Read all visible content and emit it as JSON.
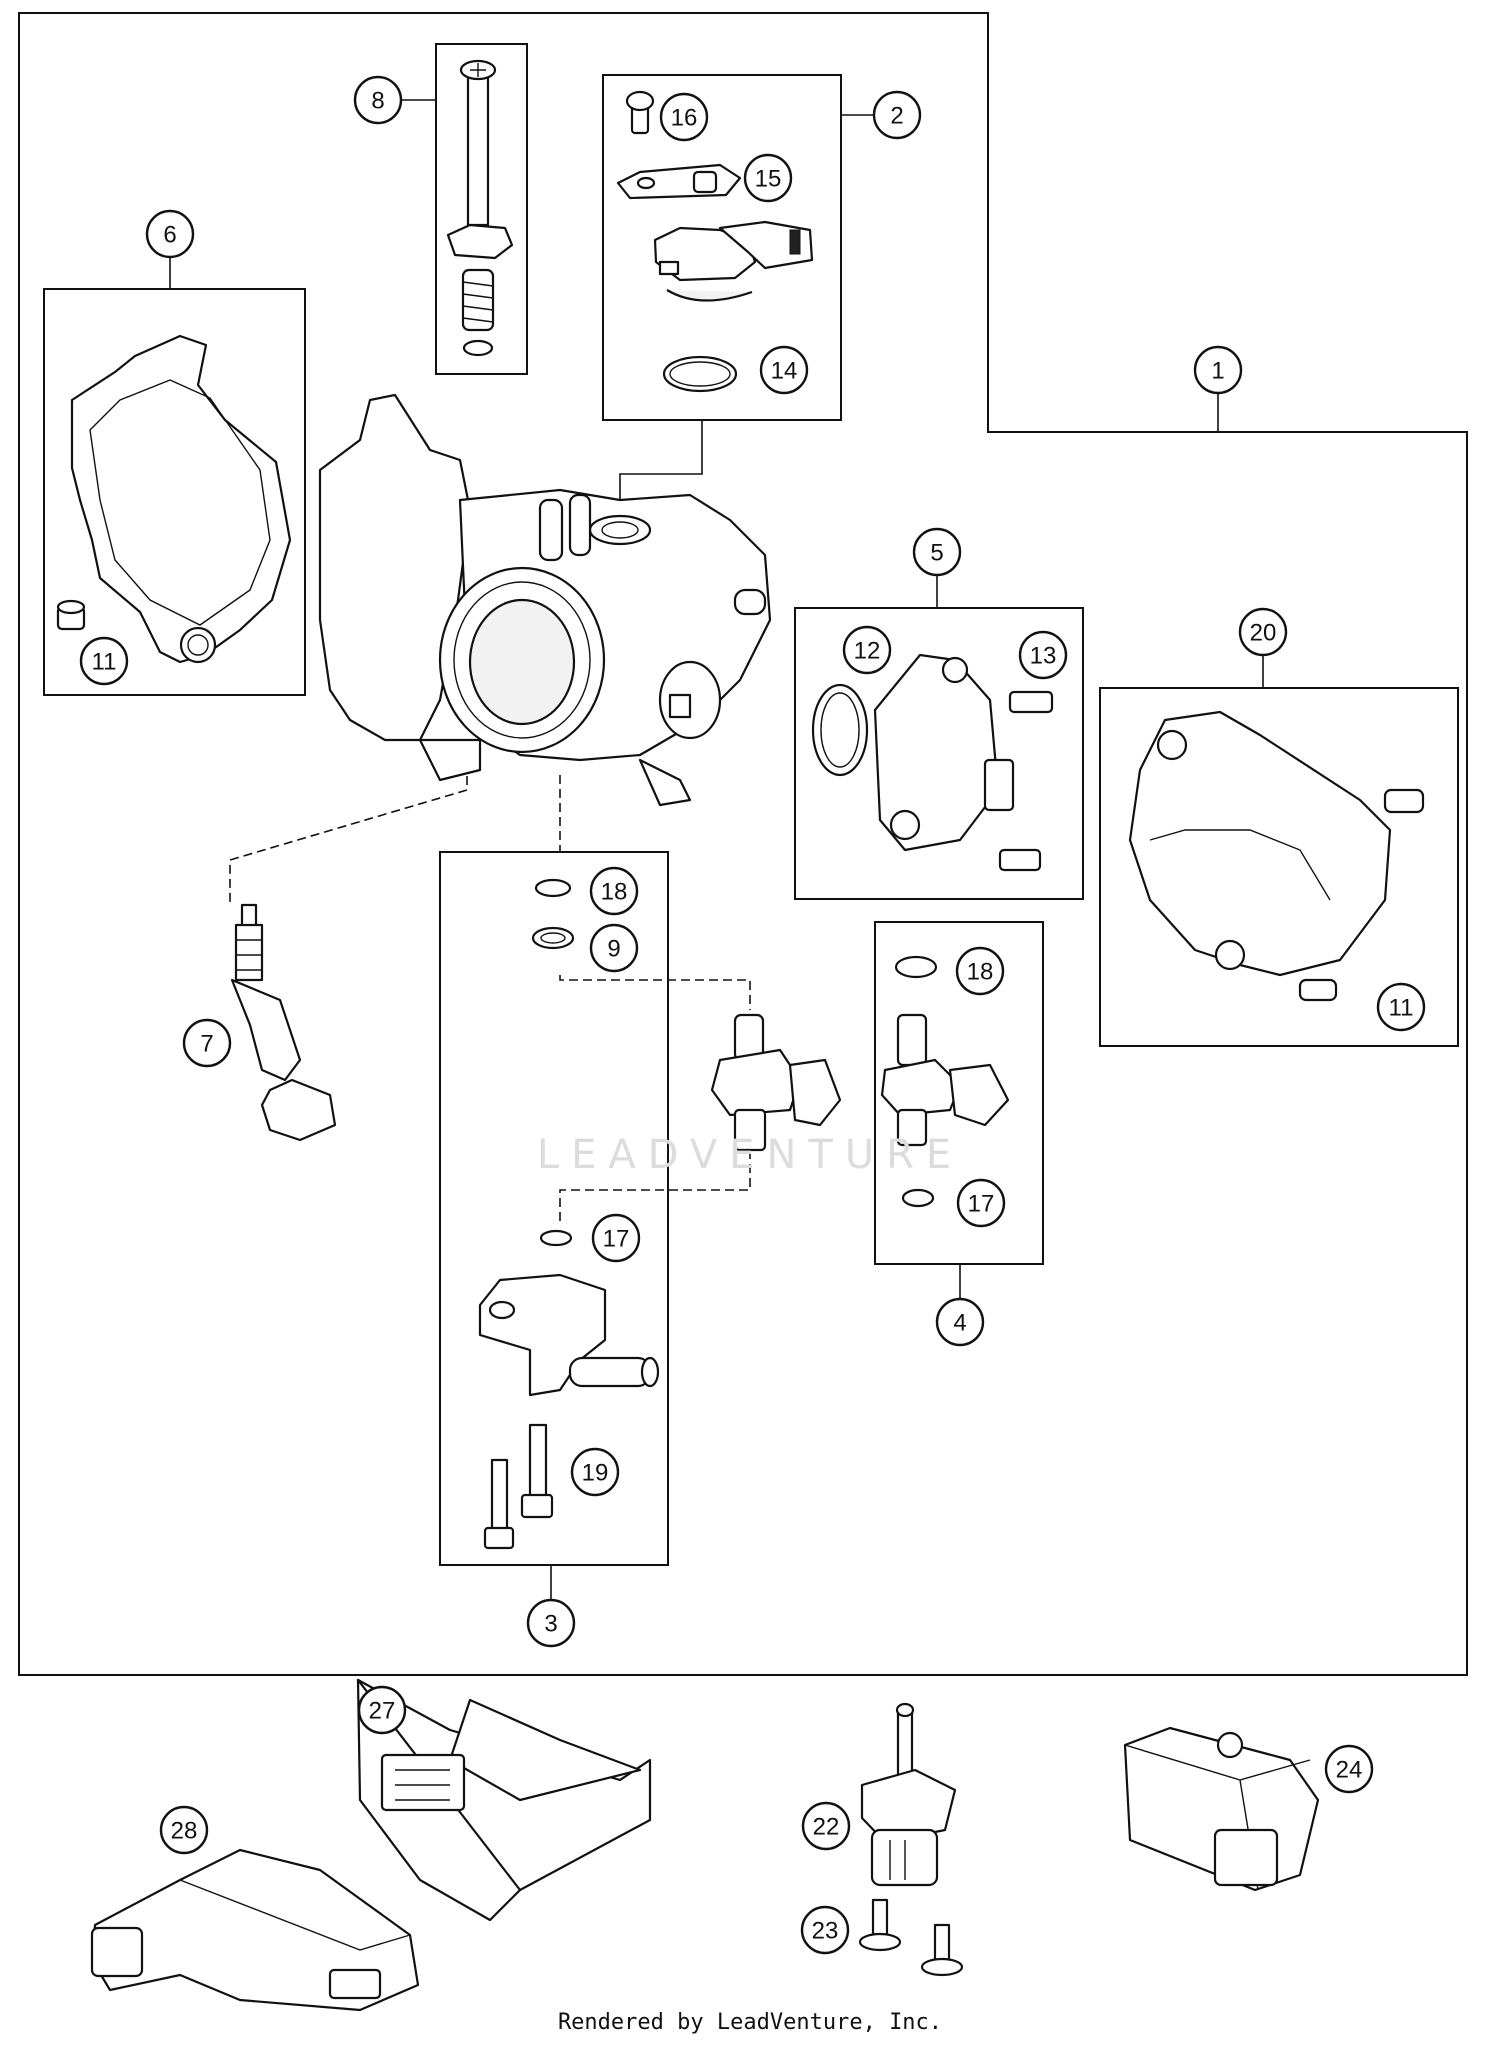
{
  "callouts": [
    {
      "id": "c1",
      "label": "1"
    },
    {
      "id": "c2",
      "label": "2"
    },
    {
      "id": "c3",
      "label": "3"
    },
    {
      "id": "c4",
      "label": "4"
    },
    {
      "id": "c5",
      "label": "5"
    },
    {
      "id": "c6",
      "label": "6"
    },
    {
      "id": "c7",
      "label": "7"
    },
    {
      "id": "c8",
      "label": "8"
    },
    {
      "id": "c9",
      "label": "9"
    },
    {
      "id": "c11a",
      "label": "11"
    },
    {
      "id": "c11b",
      "label": "11"
    },
    {
      "id": "c12",
      "label": "12"
    },
    {
      "id": "c13",
      "label": "13"
    },
    {
      "id": "c14",
      "label": "14"
    },
    {
      "id": "c15",
      "label": "15"
    },
    {
      "id": "c16",
      "label": "16"
    },
    {
      "id": "c17a",
      "label": "17"
    },
    {
      "id": "c17b",
      "label": "17"
    },
    {
      "id": "c18a",
      "label": "18"
    },
    {
      "id": "c18b",
      "label": "18"
    },
    {
      "id": "c19",
      "label": "19"
    },
    {
      "id": "c20",
      "label": "20"
    },
    {
      "id": "c22",
      "label": "22"
    },
    {
      "id": "c23",
      "label": "23"
    },
    {
      "id": "c24",
      "label": "24"
    },
    {
      "id": "c27",
      "label": "27"
    },
    {
      "id": "c28",
      "label": "28"
    }
  ],
  "watermark": "LEADVENTURE",
  "credit": "Rendered by LeadVenture, Inc."
}
